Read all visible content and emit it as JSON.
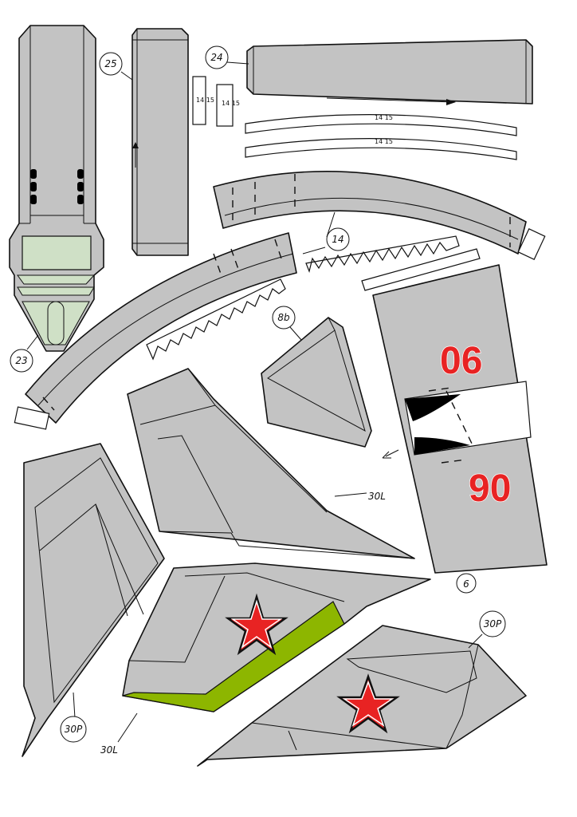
{
  "colors": {
    "part_gray": "#c3c3c3",
    "canopy_green": "#cfe0c6",
    "accent_green": "#8db600",
    "marking_red": "#e82323",
    "black": "#000000"
  },
  "labels": {
    "part_23": "23",
    "part_25": "25",
    "part_24": "24",
    "part_14": "14",
    "part_8b": "8b",
    "part_6": "6",
    "part_30L_upper": "30L",
    "part_30L_lower": "30L",
    "part_30P_left": "30P",
    "part_30P_right": "30P"
  },
  "markings": {
    "top_number": "06",
    "bottom_number": "90"
  },
  "strip_codes": {
    "strip_a": "14\n15",
    "strip_b": "14\n15",
    "strip_c": "14\n15",
    "strip_d": "14\n15"
  },
  "icons": {
    "star": "red-star-insignia-icon",
    "arrow": "direction-arrow-icon"
  }
}
